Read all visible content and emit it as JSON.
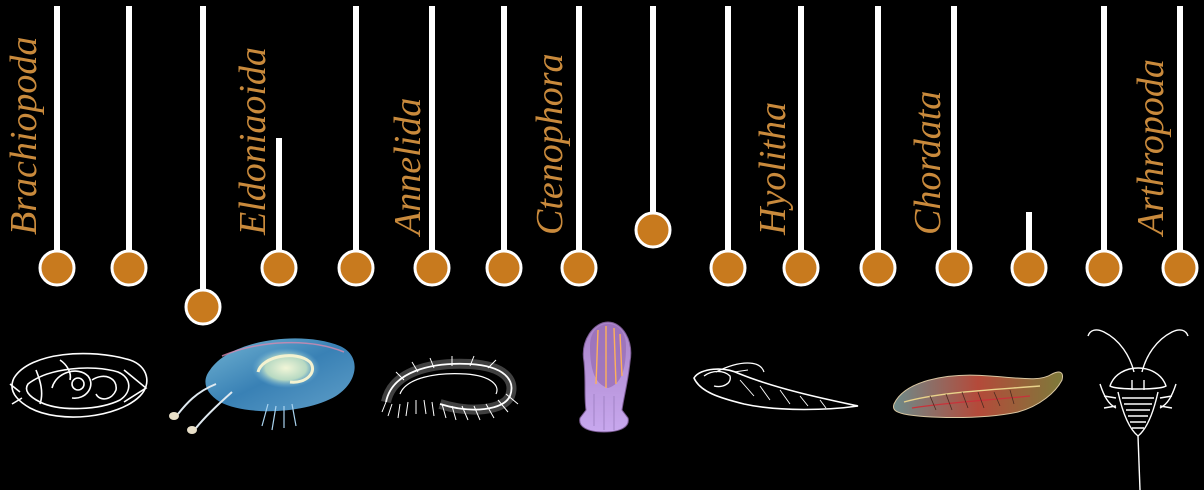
{
  "colors": {
    "background": "#000000",
    "stick": "#ffffff",
    "node_fill": "#c87a1e",
    "node_stroke": "#ffffff",
    "label": "#c98a3c"
  },
  "labels": [
    "Brachiopoda",
    "Eldoniaoida",
    "Annelida",
    "Ctenophora",
    "Hyolitha",
    "Chordata",
    "Arthropoda"
  ],
  "lollipops": [
    {
      "id": "p1"
    },
    {
      "id": "p2"
    },
    {
      "id": "p3"
    },
    {
      "id": "p4"
    },
    {
      "id": "p5"
    },
    {
      "id": "p6"
    },
    {
      "id": "p7"
    },
    {
      "id": "p8"
    },
    {
      "id": "p9"
    },
    {
      "id": "p10"
    },
    {
      "id": "p11"
    },
    {
      "id": "p12"
    },
    {
      "id": "p13"
    },
    {
      "id": "p14"
    },
    {
      "id": "p15"
    },
    {
      "id": "p16"
    }
  ],
  "illustrations": [
    {
      "icon": "brachiopod-shell-icon"
    },
    {
      "icon": "eldonia-jellyfish-icon"
    },
    {
      "icon": "annelid-worm-icon"
    },
    {
      "icon": "ctenophore-icon"
    },
    {
      "icon": "hyolith-icon"
    },
    {
      "icon": "chordate-fish-icon"
    },
    {
      "icon": "trilobite-arthropod-icon"
    }
  ]
}
